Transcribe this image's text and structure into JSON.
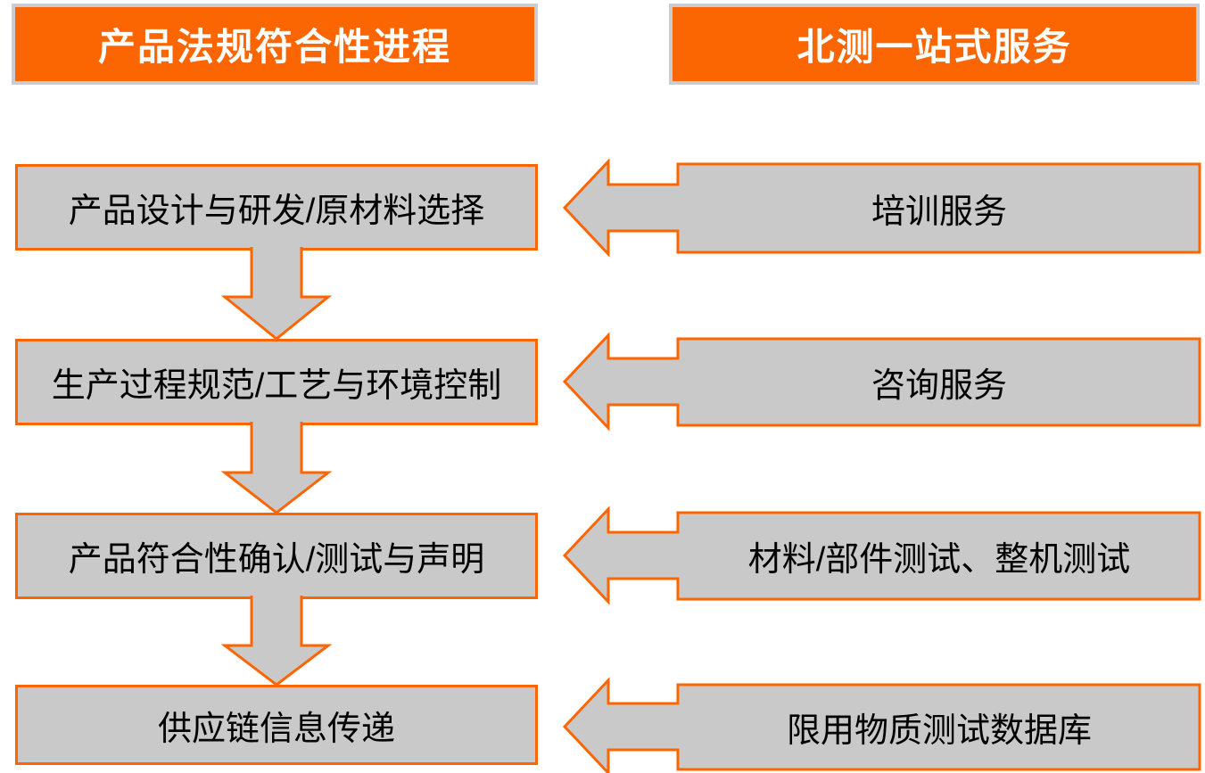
{
  "diagram": {
    "left_column": {
      "header": "产品法规符合性进程",
      "steps": [
        "产品设计与研发/原材料选择",
        "生产过程规范/工艺与环境控制",
        "产品符合性确认/测试与声明",
        "供应链信息传递"
      ]
    },
    "right_column": {
      "header": "北测一站式服务",
      "services": [
        "培训服务",
        "咨询服务",
        "材料/部件测试、整机测试",
        "限用物质测试数据库"
      ]
    },
    "colors": {
      "accent_orange": "#FB6602",
      "shape_gray": "#C9C9C9",
      "header_border_gray": "#C9CDD3",
      "header_text": "#FFFFFF",
      "body_text": "#000000",
      "background": "#FFFFFF"
    },
    "icons": {
      "down_arrow": "▼",
      "left_arrow": "◀"
    }
  }
}
